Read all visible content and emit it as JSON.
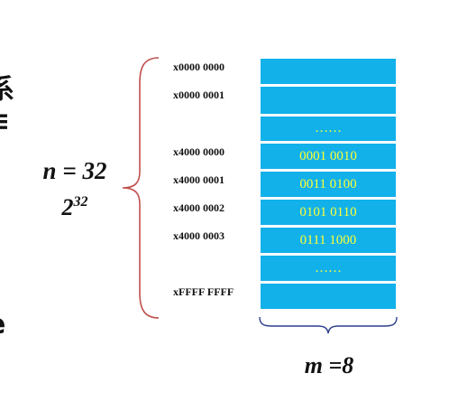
{
  "cut_glyphs": [
    "系",
    "≡",
    "e"
  ],
  "labels": {
    "n": "n = 32",
    "pow_base": "2",
    "pow_exp": "32",
    "m": "m =8"
  },
  "memory": {
    "cells": [
      {
        "address": "x0000 0000",
        "content": ""
      },
      {
        "address": "x0000 0001",
        "content": ""
      },
      {
        "address": "",
        "content": "……"
      },
      {
        "address": "x4000 0000",
        "content": "0001 0010"
      },
      {
        "address": "x4000 0001",
        "content": "0011 0100"
      },
      {
        "address": "x4000 0002",
        "content": "0101 0110"
      },
      {
        "address": "x4000 0003",
        "content": "0111 1000"
      },
      {
        "address": "",
        "content": "……"
      },
      {
        "address": "xFFFF FFFF",
        "content": ""
      }
    ]
  },
  "colors": {
    "cell_fill": "#12b1ea",
    "cell_text": "#ffff33",
    "brace_left": "#c0504d",
    "brace_bottom": "#2f3f8f"
  }
}
